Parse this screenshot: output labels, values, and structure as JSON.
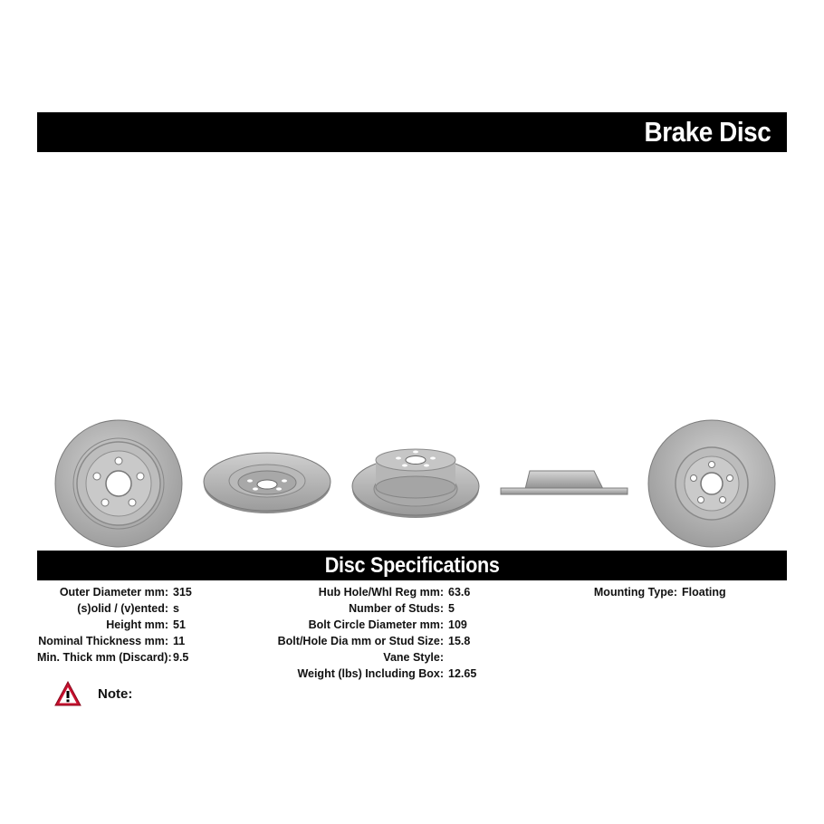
{
  "header": {
    "title": "Brake Disc"
  },
  "specs_bar": {
    "title": "Disc Specifications"
  },
  "specs": {
    "col1": [
      {
        "label": "Outer Diameter mm:",
        "value": "315"
      },
      {
        "label": "(s)olid / (v)ented:",
        "value": "s"
      },
      {
        "label": "Height mm:",
        "value": "51"
      },
      {
        "label": "Nominal Thickness mm:",
        "value": "11"
      },
      {
        "label": "Min. Thick mm (Discard):",
        "value": "9.5"
      }
    ],
    "col2": [
      {
        "label": "Hub Hole/Whl Reg mm:",
        "value": "63.6"
      },
      {
        "label": "Number of Studs:",
        "value": "5"
      },
      {
        "label": "Bolt Circle Diameter mm:",
        "value": "109"
      },
      {
        "label": "Bolt/Hole Dia mm or Stud Size:",
        "value": "15.8"
      },
      {
        "label": "Vane Style:",
        "value": ""
      },
      {
        "label": "Weight (lbs) Including Box:",
        "value": "12.65"
      }
    ],
    "col3": [
      {
        "label": "Mounting Type:",
        "value": "Floating"
      }
    ]
  },
  "note": {
    "label": "Note:",
    "icon": "warning-triangle-icon",
    "icon_color": "#c8102e"
  }
}
